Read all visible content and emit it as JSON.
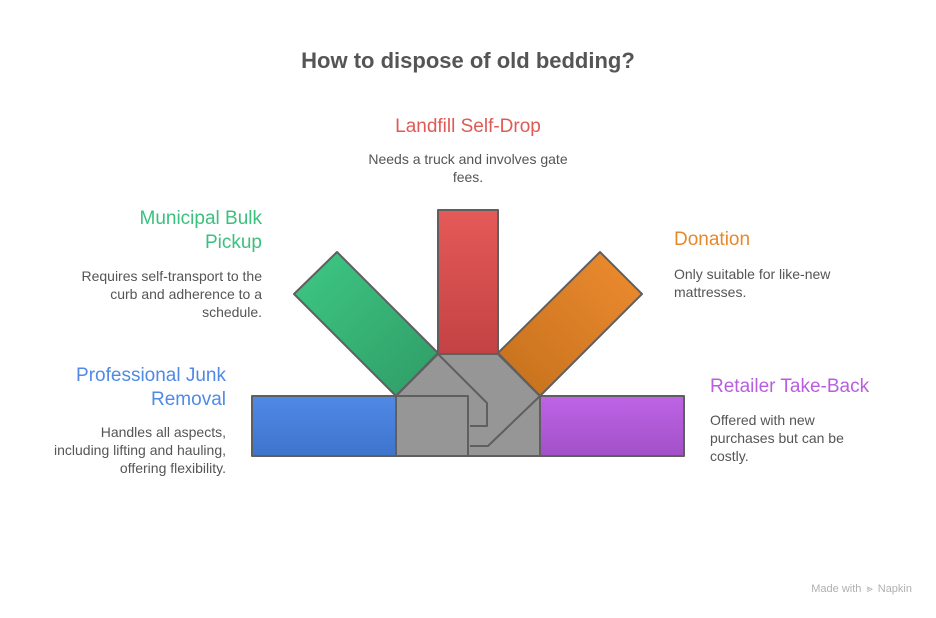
{
  "title": "How to dispose of old bedding?",
  "options": {
    "landfill": {
      "title": "Landfill Self-Drop",
      "description": "Needs a truck and involves gate fees.",
      "color": "#e05a55"
    },
    "municipal": {
      "title": "Municipal Bulk Pickup",
      "description": "Requires self-transport to the curb and adherence to a schedule.",
      "color": "#3cc07e"
    },
    "donation": {
      "title": "Donation",
      "description": "Only suitable for like-new mattresses.",
      "color": "#e8882c"
    },
    "professional": {
      "title": "Professional Junk Removal",
      "description": "Handles all aspects, including lifting and hauling, offering flexibility.",
      "color": "#4f8ae6"
    },
    "retailer": {
      "title": "Retailer Take-Back",
      "description": "Offered with new purchases but can be costly.",
      "color": "#b85ee0"
    }
  },
  "footer": {
    "made_with": "Made with",
    "brand_icon": "napkin-icon",
    "brand": "Napkin"
  }
}
